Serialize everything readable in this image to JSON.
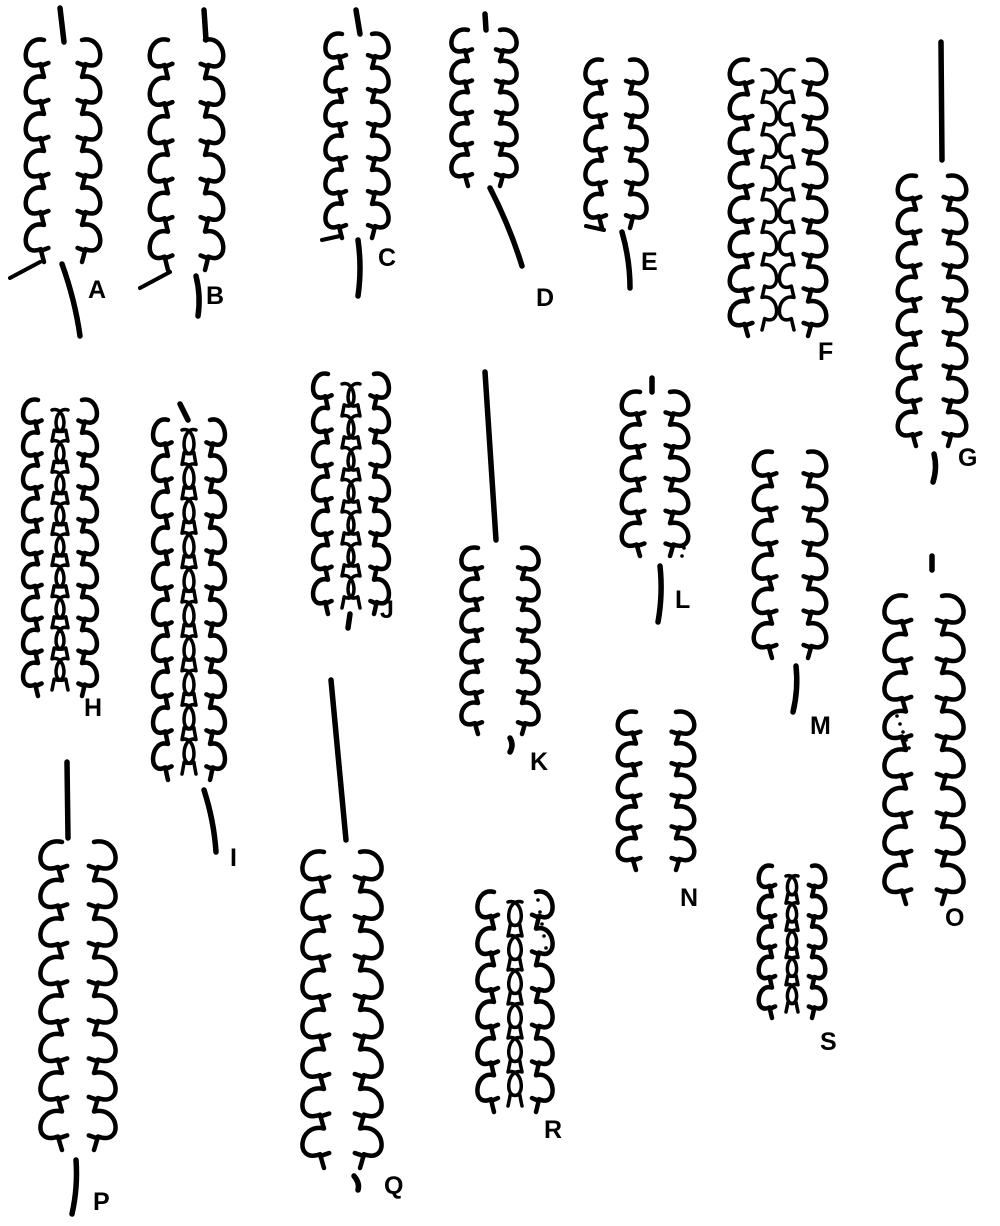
{
  "plate": {
    "labels": [
      "A",
      "B",
      "C",
      "D",
      "E",
      "F",
      "G",
      "H",
      "I",
      "J",
      "K",
      "L",
      "M",
      "N",
      "O",
      "P",
      "Q",
      "R",
      "S"
    ]
  },
  "specimens": [
    {
      "id": "A"
    },
    {
      "id": "B"
    },
    {
      "id": "C"
    },
    {
      "id": "D"
    },
    {
      "id": "E"
    },
    {
      "id": "F"
    },
    {
      "id": "G"
    },
    {
      "id": "H"
    },
    {
      "id": "I"
    },
    {
      "id": "J"
    },
    {
      "id": "K"
    },
    {
      "id": "L"
    },
    {
      "id": "M"
    },
    {
      "id": "N"
    },
    {
      "id": "O"
    },
    {
      "id": "P"
    },
    {
      "id": "Q"
    },
    {
      "id": "R"
    },
    {
      "id": "S"
    }
  ]
}
